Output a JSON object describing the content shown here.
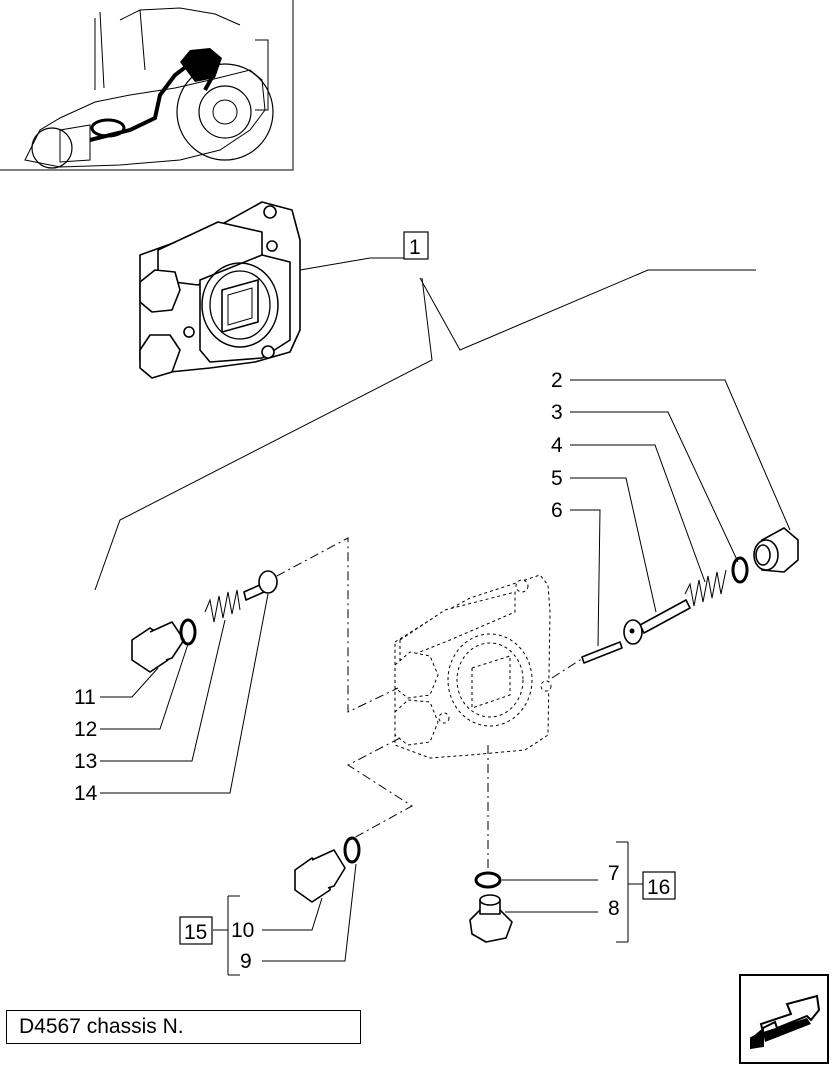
{
  "caption": "D4567 chassis N.",
  "callouts": {
    "c1": "1",
    "c2": "2",
    "c3": "3",
    "c4": "4",
    "c5": "5",
    "c6": "6",
    "c7": "7",
    "c8": "8",
    "c9": "9",
    "c10": "10",
    "c11": "11",
    "c12": "12",
    "c13": "13",
    "c14": "14",
    "c15": "15",
    "c16": "16"
  },
  "nav": {
    "icon": "arrow-left-icon"
  }
}
